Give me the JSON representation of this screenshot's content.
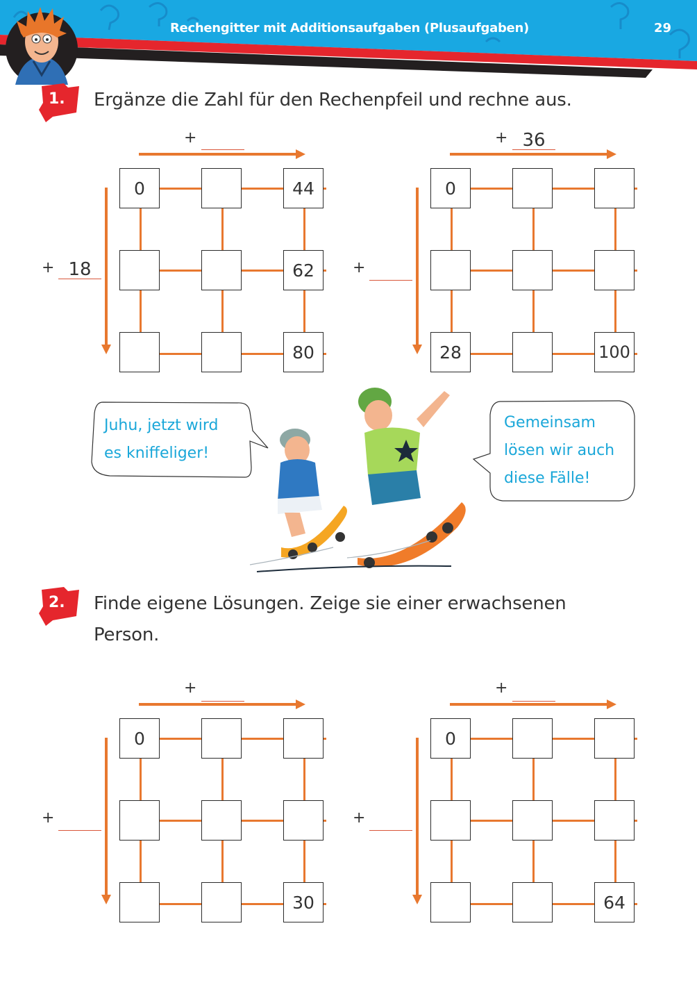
{
  "header": {
    "title": "Rechengitter mit Additionsaufgaben (Plusaufgaben)",
    "page_number": "29",
    "colors": {
      "band": "#19a8e2",
      "stripe_red": "#e5262d",
      "stripe_black": "#231f20"
    }
  },
  "task1": {
    "number": "1.",
    "instruction": "Ergänze die Zahl für den Rechenpfeil und rechne aus.",
    "grids": [
      {
        "horizontal": {
          "operator": "+",
          "value": ""
        },
        "vertical": {
          "operator": "+",
          "value": "18"
        },
        "cells": [
          [
            "0",
            "",
            "44"
          ],
          [
            "",
            "",
            "62"
          ],
          [
            "",
            "",
            "80"
          ]
        ]
      },
      {
        "horizontal": {
          "operator": "+",
          "value": "36"
        },
        "vertical": {
          "operator": "+",
          "value": ""
        },
        "cells": [
          [
            "0",
            "",
            ""
          ],
          [
            "",
            "",
            ""
          ],
          [
            "28",
            "",
            "100"
          ]
        ]
      }
    ]
  },
  "speech": {
    "left": {
      "line1": "Juhu, jetzt wird",
      "line2": "es kniffeliger!"
    },
    "right": {
      "line1": "Gemeinsam",
      "line2": "lösen wir auch",
      "line3": "diese Fälle!"
    }
  },
  "task2": {
    "number": "2.",
    "instruction_line1": "Finde eigene Lösungen. Zeige sie einer erwachsenen",
    "instruction_line2": "Person.",
    "grids": [
      {
        "horizontal": {
          "operator": "+",
          "value": ""
        },
        "vertical": {
          "operator": "+",
          "value": ""
        },
        "cells": [
          [
            "0",
            "",
            ""
          ],
          [
            "",
            "",
            ""
          ],
          [
            "",
            "",
            "30"
          ]
        ]
      },
      {
        "horizontal": {
          "operator": "+",
          "value": ""
        },
        "vertical": {
          "operator": "+",
          "value": ""
        },
        "cells": [
          [
            "0",
            "",
            ""
          ],
          [
            "",
            "",
            ""
          ],
          [
            "",
            "",
            "64"
          ]
        ]
      }
    ]
  },
  "colors": {
    "accent_orange": "#e8782f",
    "speech_blue": "#1aa7d9",
    "badge_red": "#e5262d"
  }
}
